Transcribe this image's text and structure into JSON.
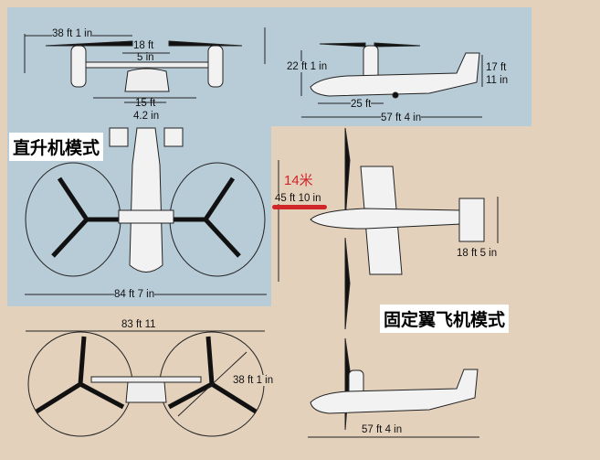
{
  "front_view_top": {
    "rotor_span": "38 ft 1 in",
    "rotor_gap": "18 ft",
    "rotor_gap_in": "5 in",
    "gear_track": "15 ft",
    "gear_track_in": "4.2 in"
  },
  "side_view_top": {
    "height": "22 ft 1 in",
    "tail_height": "17 ft",
    "tail_height_in": "11 in",
    "wheelbase": "25 ft",
    "length": "57 ft 4 in"
  },
  "helicopter_mode": {
    "title": "直升机模式",
    "overall_width": "84 ft 7 in"
  },
  "fixed_wing_mode": {
    "title": "固定翼飞机模式",
    "wingspan_metric": "14米",
    "wingspan": "45 ft 10 in",
    "tail_span": "18 ft 5 in"
  },
  "front_view_bottom": {
    "width": "83 ft 11",
    "rotor_diameter": "38 ft 1 in"
  },
  "side_view_bottom": {
    "length": "57 ft 4 in"
  },
  "colors": {
    "panel": "#b8ccd8",
    "background": "#e3d1bc",
    "highlight": "#d0262a"
  }
}
